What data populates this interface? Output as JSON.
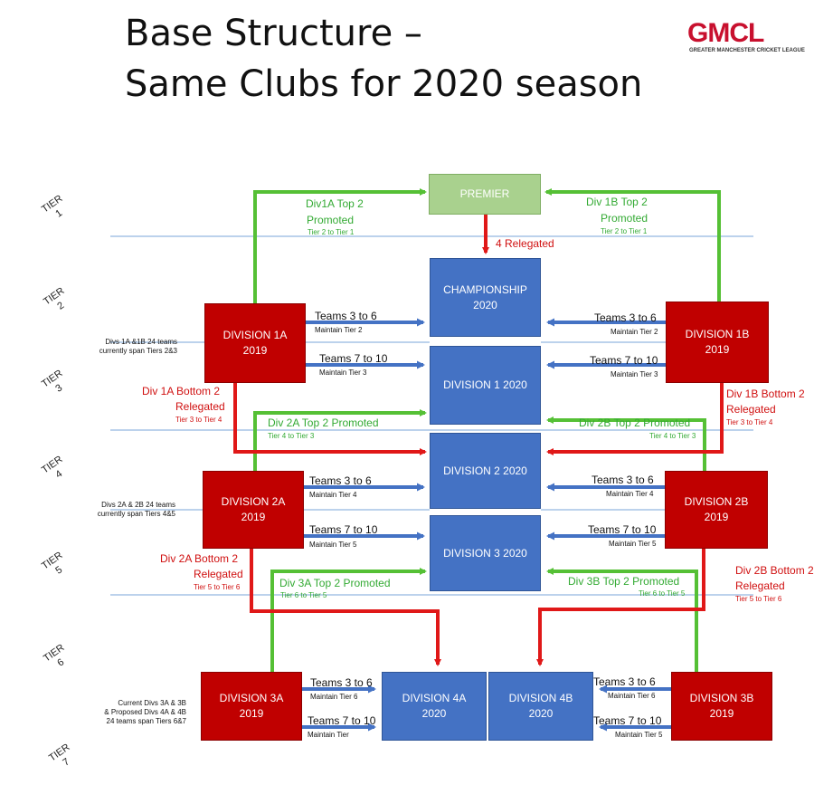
{
  "title": {
    "line1": "Base Structure –",
    "line2": "Same Clubs for 2020 season"
  },
  "logo": {
    "text": "GMCL",
    "subtitle": "GREATER MANCHESTER CRICKET LEAGUE"
  },
  "tiers": [
    {
      "a": "TIER",
      "b": "1"
    },
    {
      "a": "TIER",
      "b": "2"
    },
    {
      "a": "TIER",
      "b": "3"
    },
    {
      "a": "TIER",
      "b": "4"
    },
    {
      "a": "TIER",
      "b": "5"
    },
    {
      "a": "TIER",
      "b": "6"
    },
    {
      "a": "TIER",
      "b": "7"
    }
  ],
  "boxes": {
    "premier": "PREMIER",
    "championship": {
      "a": "CHAMPIONSHIP",
      "b": "2020"
    },
    "div1": "DIVISION 1 2020",
    "div2": "DIVISION 2 2020",
    "div3": "DIVISION 3 2020",
    "div4a": {
      "a": "DIVISION 4A",
      "b": "2020"
    },
    "div4b": {
      "a": "DIVISION 4B",
      "b": "2020"
    },
    "div1a": {
      "a": "DIVISION 1A",
      "b": "2019"
    },
    "div1b": {
      "a": "DIVISION 1B",
      "b": "2019"
    },
    "div2a": {
      "a": "DIVISION 2A",
      "b": "2019"
    },
    "div2b": {
      "a": "DIVISION 2B",
      "b": "2019"
    },
    "div3a": {
      "a": "DIVISION 3A",
      "b": "2019"
    },
    "div3b": {
      "a": "DIVISION 3B",
      "b": "2019"
    }
  },
  "labels": {
    "div1a_top": {
      "a": "Div1A Top 2",
      "b": "Promoted",
      "c": "Tier 2 to Tier 1"
    },
    "div1b_top": {
      "a": "Div 1B Top 2",
      "b": "Promoted",
      "c": "Tier 2 to Tier 1"
    },
    "relegated4": "4 Relegated",
    "div1a_bottom": {
      "a": "Div 1A Bottom 2",
      "b": "Relegated",
      "c": "Tier 3 to Tier 4"
    },
    "div1b_bottom": {
      "a": "Div 1B Bottom 2",
      "b": "Relegated",
      "c": "Tier 3 to Tier 4"
    },
    "div2a_top": {
      "a": "Div 2A Top 2 Promoted",
      "c": "Tier 4 to Tier 3"
    },
    "div2b_top": {
      "a": "Div 2B Top 2 Promoted",
      "c": "Tier 4 to Tier 3"
    },
    "div2a_bottom": {
      "a": "Div 2A Bottom 2",
      "b": "Relegated",
      "c": "Tier 5 to Tier 6"
    },
    "div2b_bottom": {
      "a": "Div 2B Bottom 2",
      "b": "Relegated",
      "c": "Tier 5 to Tier 6"
    },
    "div3a_top": {
      "a": "Div 3A Top 2 Promoted",
      "c": "Tier 6 to Tier 5"
    },
    "div3b_top": {
      "a": "Div 3B Top 2 Promoted",
      "c": "Tier 6 to Tier 5"
    },
    "t1a_36": {
      "a": "Teams 3 to 6",
      "b": "Maintain Tier 2"
    },
    "t1a_710": {
      "a": "Teams 7 to 10",
      "b": "Maintain Tier 3"
    },
    "t1b_36": {
      "a": "Teams 3 to 6",
      "b": "Maintain Tier 2"
    },
    "t1b_710": {
      "a": "Teams 7 to 10",
      "b": "Maintain Tier 3"
    },
    "t2a_36": {
      "a": "Teams 3 to 6",
      "b": "Maintain Tier 4"
    },
    "t2a_710": {
      "a": "Teams 7 to 10",
      "b": "Maintain Tier 5"
    },
    "t2b_36": {
      "a": "Teams 3 to 6",
      "b": "Maintain Tier 4"
    },
    "t2b_710": {
      "a": "Teams 7 to 10",
      "b": "Maintain Tier 5"
    },
    "t3a_36": {
      "a": "Teams 3 to 6",
      "b": "Maintain Tier 6"
    },
    "t3a_710": {
      "a": "Teams 7 to 10",
      "b": "Maintain Tier"
    },
    "t3b_36": {
      "a": "Teams 3 to 6",
      "b": "Maintain Tier 6"
    },
    "t3b_710": {
      "a": "Teams 7 to 10",
      "b": "Maintain Tier 5"
    }
  },
  "side_notes": {
    "n1": {
      "a": "Divs 1A &1B 24 teams",
      "b": "currently span Tiers 2&3"
    },
    "n2": {
      "a": "Divs 2A & 2B 24 teams",
      "b": "currently span Tiers 4&5"
    },
    "n3": {
      "a": "Current Divs 3A & 3B",
      "b": "& Proposed Divs 4A & 4B",
      "c": "24 teams span Tiers 6&7"
    }
  },
  "colors": {
    "promote": "#55c035",
    "relegate": "#e01818",
    "maintain": "#4472c4",
    "tierline": "#7aa6d8"
  }
}
